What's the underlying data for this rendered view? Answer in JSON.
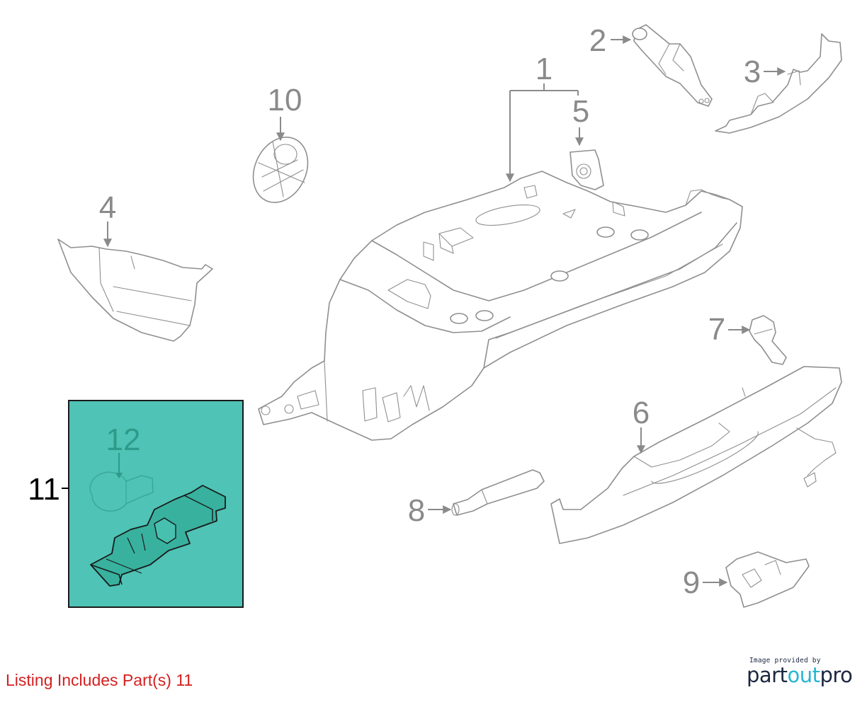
{
  "callouts": {
    "c1": "1",
    "c2": "2",
    "c3": "3",
    "c4": "4",
    "c5": "5",
    "c6": "6",
    "c7": "7",
    "c8": "8",
    "c9": "9",
    "c10": "10",
    "c11": "11",
    "c12": "12"
  },
  "highlight": {
    "fill_color": "#4fc3b5",
    "border_color": "#1a1a1a"
  },
  "footer": {
    "listing_text": "Listing Includes Part(s) 11",
    "listing_color": "#d42020",
    "credit_top": "Image provided by",
    "credit_brand_part1": "part",
    "credit_brand_part2": "out",
    "credit_brand_part3": "pro"
  }
}
